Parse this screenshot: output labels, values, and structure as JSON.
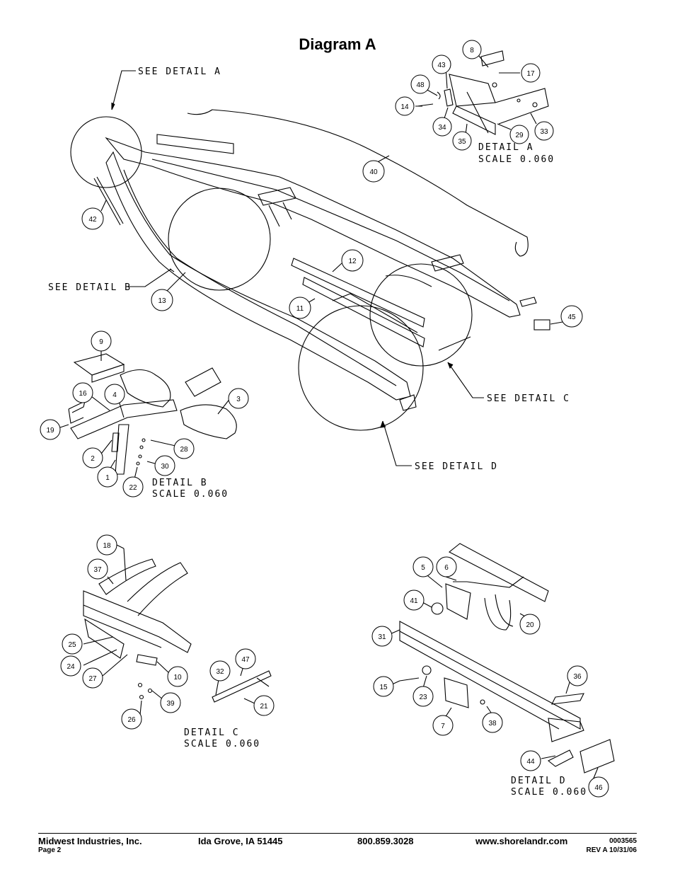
{
  "title": "Diagram A",
  "callouts": {
    "see_detail_a": "SEE DETAIL A",
    "see_detail_b": "SEE DETAIL B",
    "see_detail_c": "SEE DETAIL C",
    "see_detail_d": "SEE DETAIL D"
  },
  "details": {
    "a": {
      "name": "DETAIL A",
      "scale": "SCALE 0.060"
    },
    "b": {
      "name": "DETAIL B",
      "scale": "SCALE 0.060"
    },
    "c": {
      "name": "DETAIL C",
      "scale": "SCALE 0.060"
    },
    "d": {
      "name": "DETAIL D",
      "scale": "SCALE 0.060"
    }
  },
  "part_numbers": {
    "main": [
      "42",
      "13",
      "40",
      "12",
      "11",
      "45"
    ],
    "detail_a": [
      "8",
      "43",
      "17",
      "48",
      "14",
      "34",
      "35",
      "29",
      "33"
    ],
    "detail_b": [
      "9",
      "16",
      "4",
      "3",
      "19",
      "2",
      "28",
      "1",
      "22",
      "30"
    ],
    "detail_c": [
      "18",
      "37",
      "25",
      "24",
      "27",
      "10",
      "32",
      "47",
      "21",
      "39",
      "26"
    ],
    "detail_d": [
      "5",
      "6",
      "41",
      "20",
      "31",
      "36",
      "15",
      "23",
      "7",
      "38",
      "44",
      "46"
    ]
  },
  "footer": {
    "company": "Midwest Industries, Inc.",
    "location": "Ida Grove, IA  51445",
    "phone": "800.859.3028",
    "website": "www.shorelandr.com",
    "doc_number": "0003565",
    "page": "Page 2",
    "revision": "REV A  10/31/06"
  }
}
